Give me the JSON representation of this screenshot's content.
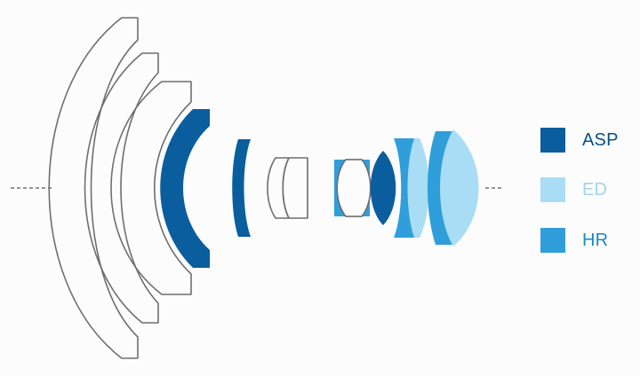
{
  "colors": {
    "outline": "#6f6f6f",
    "background": "#fcfcfd",
    "axis": "#555555",
    "asp": "#0a5e9e",
    "ed": "#a9dcf5",
    "hr": "#2f9edb",
    "asp_text": "#0a4f86",
    "ed_text": "#9fd4ef",
    "hr_text": "#1f86c4"
  },
  "legend": {
    "items": [
      {
        "key": "asp",
        "label": "ASP",
        "swatch_color": "#0a5e9e",
        "text_color": "#0a4f86"
      },
      {
        "key": "ed",
        "label": "ED",
        "swatch_color": "#a9dcf5",
        "text_color": "#9fd4ef"
      },
      {
        "key": "hr",
        "label": "HR",
        "swatch_color": "#2f9edb",
        "text_color": "#1f86c4"
      }
    ]
  },
  "lens_elements": [
    {
      "id": "element-1",
      "type": "standard"
    },
    {
      "id": "element-2",
      "type": "standard"
    },
    {
      "id": "element-3",
      "type": "standard"
    },
    {
      "id": "element-4",
      "type": "asp"
    },
    {
      "id": "element-5",
      "type": "asp"
    },
    {
      "id": "element-6",
      "type": "standard"
    },
    {
      "id": "element-7",
      "type": "standard"
    },
    {
      "id": "element-8",
      "type": "hr"
    },
    {
      "id": "element-9",
      "type": "standard"
    },
    {
      "id": "element-10",
      "type": "asp"
    },
    {
      "id": "element-11",
      "type": "hr"
    },
    {
      "id": "element-12",
      "type": "ed"
    },
    {
      "id": "element-13",
      "type": "hr"
    },
    {
      "id": "element-14",
      "type": "ed"
    }
  ]
}
